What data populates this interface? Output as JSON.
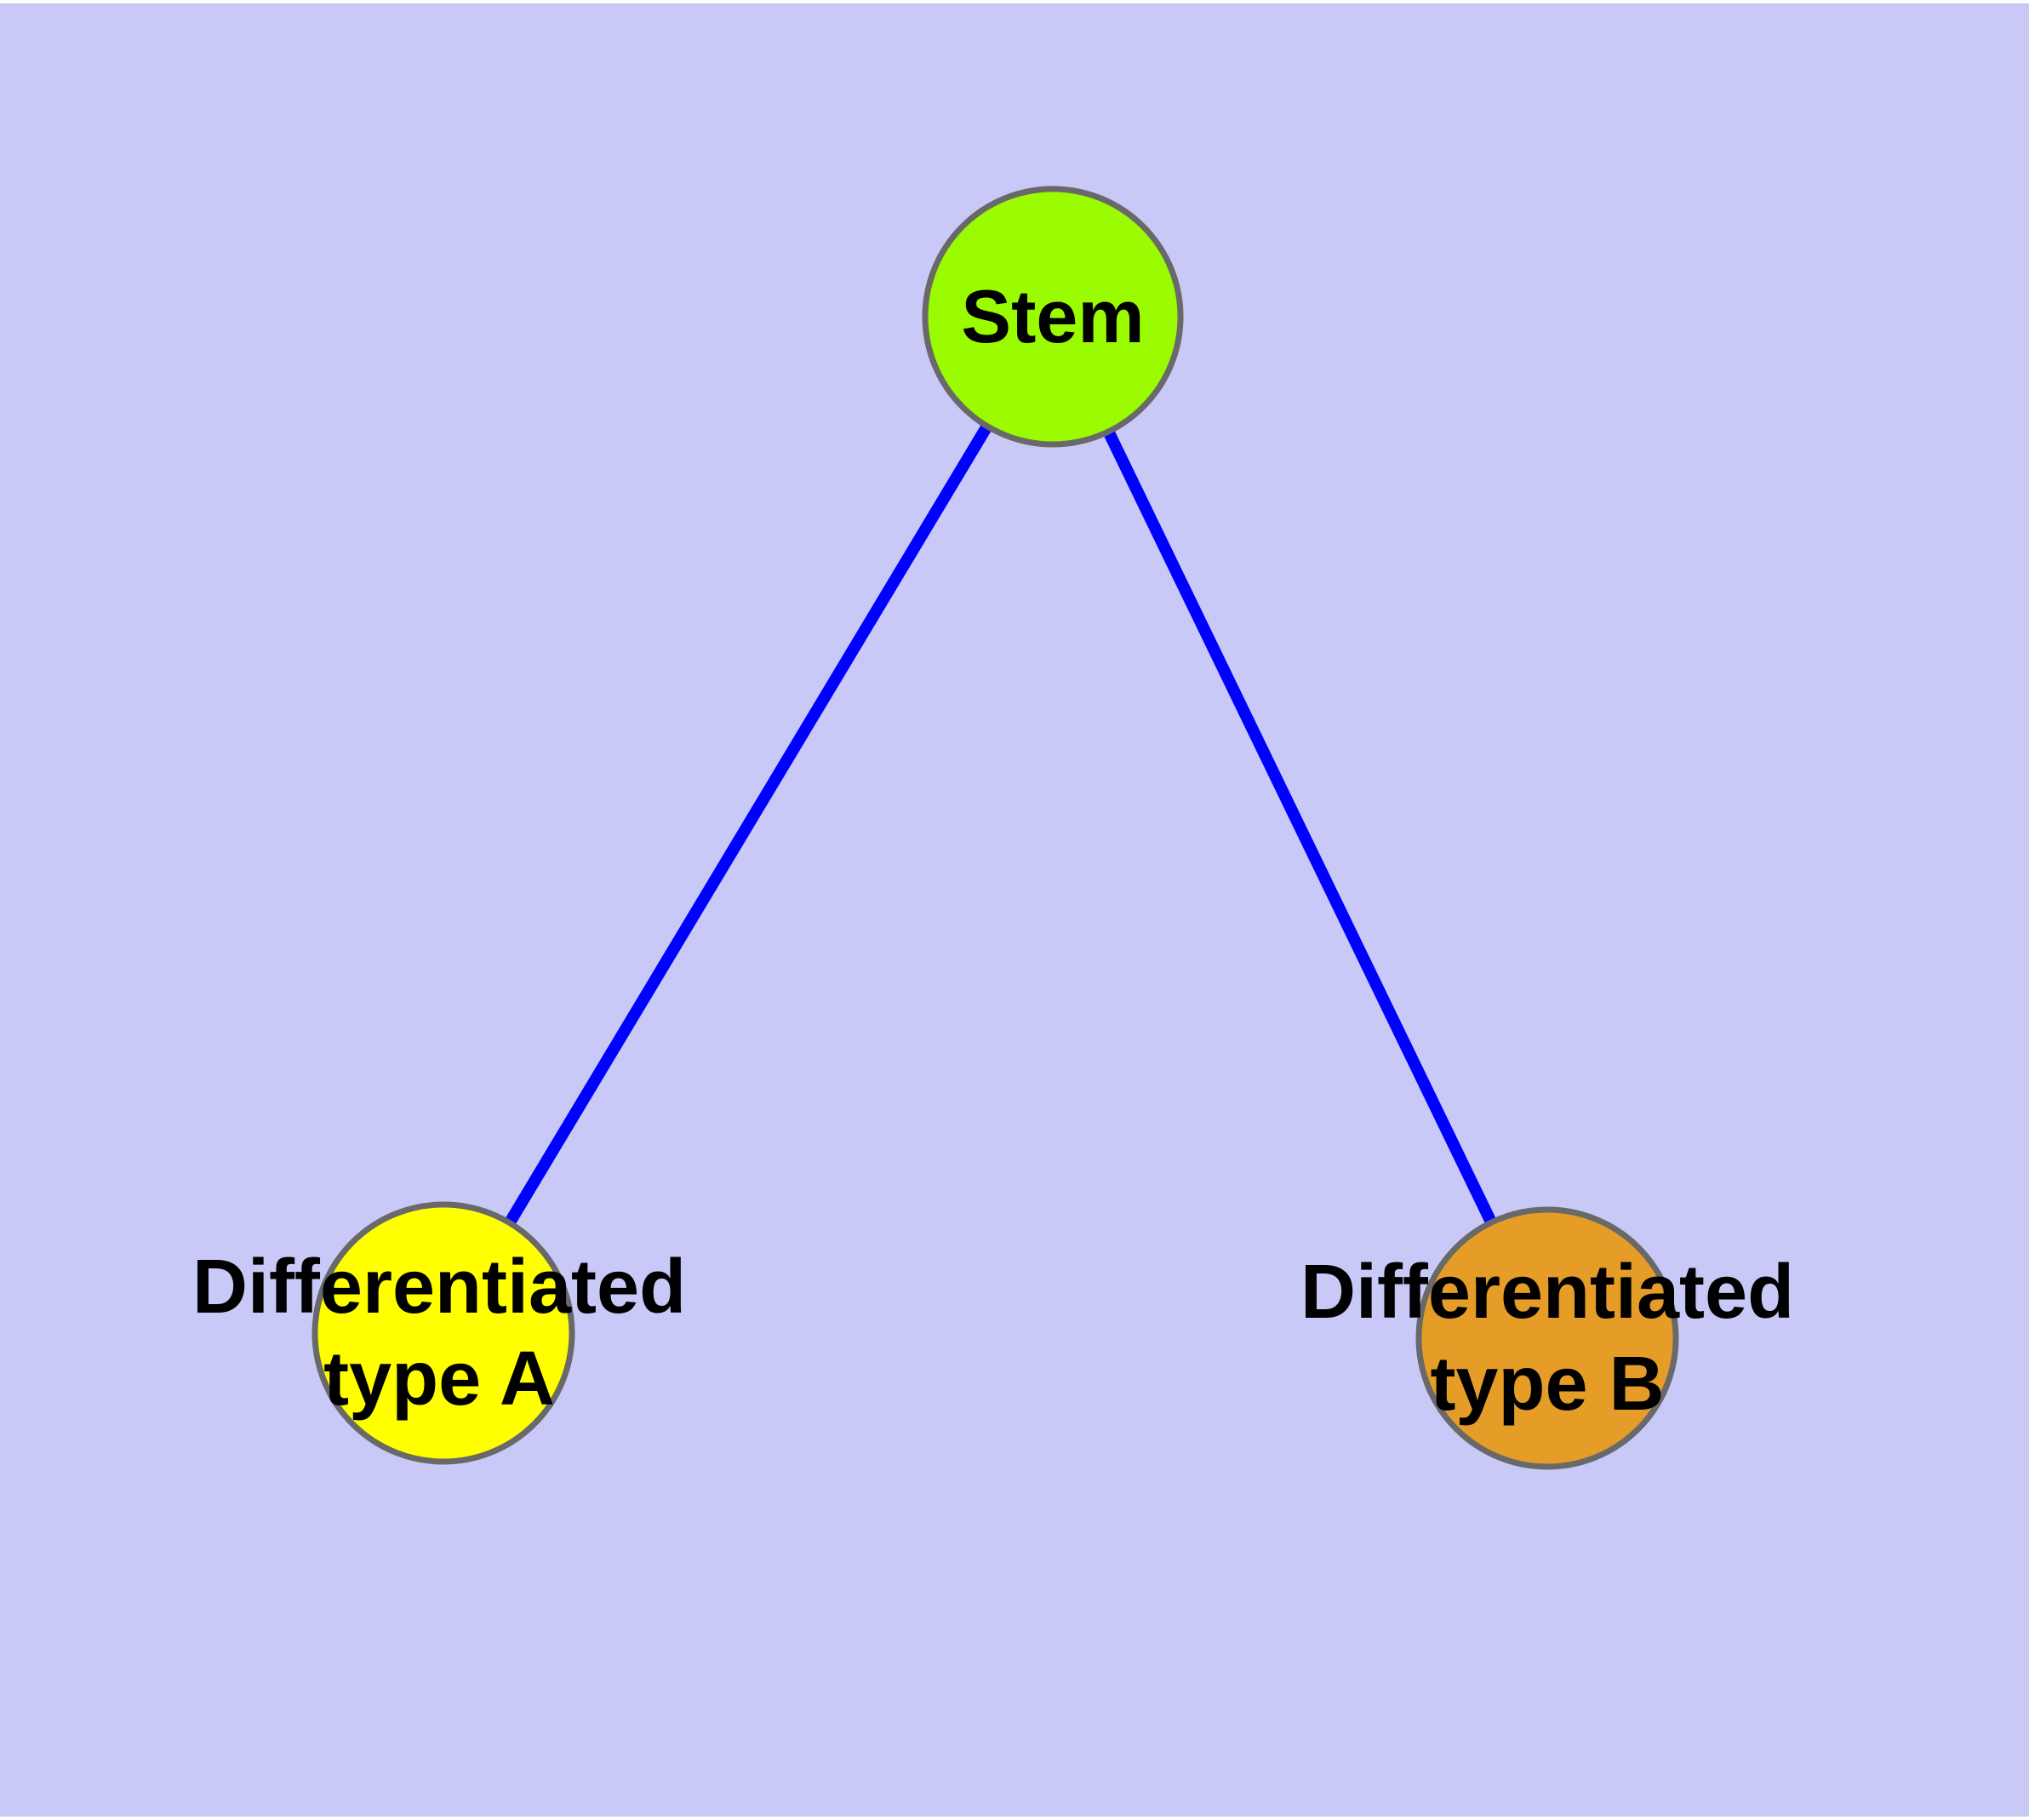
{
  "diagram": {
    "background_color": "#C9C9F8",
    "edge_color": "#0000FF",
    "node_border_color": "#696969",
    "label_color": "#000000",
    "nodes": [
      {
        "id": "stem",
        "label": "Stem",
        "fill_color": "#9BFB00"
      },
      {
        "id": "differentiated-type-a",
        "label_line1": "Differentiated",
        "label_line2": "type A",
        "fill_color": "#FFFF00"
      },
      {
        "id": "differentiated-type-b",
        "label_line1": "Differentiated",
        "label_line2": "type B",
        "fill_color": "#E69D28"
      }
    ],
    "edges": [
      {
        "from": "Stem",
        "to": "Differentiated type A"
      },
      {
        "from": "Stem",
        "to": "Differentiated type B"
      }
    ]
  }
}
